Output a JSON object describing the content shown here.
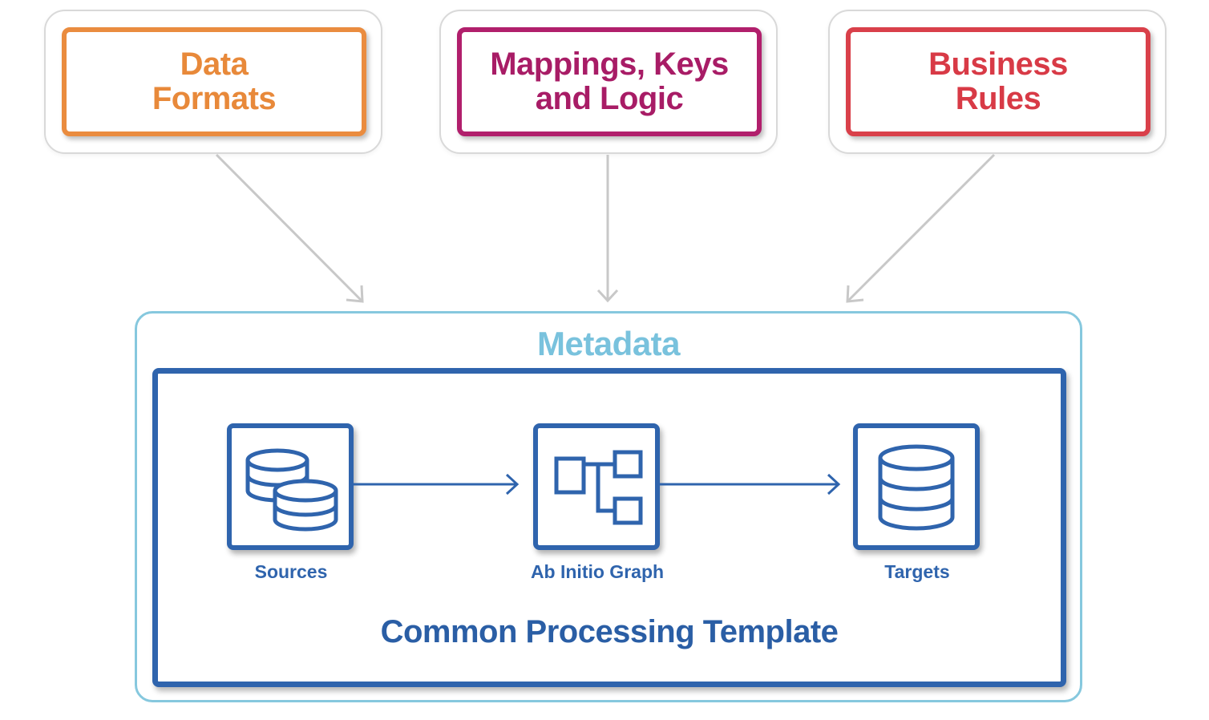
{
  "inputs": [
    {
      "label": "Data\nFormats",
      "color": "#ea8c3f",
      "text_color": "#e8893a"
    },
    {
      "label": "Mappings, Keys\nand Logic",
      "color": "#b11f6c",
      "text_color": "#a81c66"
    },
    {
      "label": "Business\nRules",
      "color": "#d9404a",
      "text_color": "#d83a46"
    }
  ],
  "metadata": {
    "title": "Metadata",
    "color": "#79c2dd"
  },
  "template": {
    "title": "Common Processing Template",
    "color": "#2f64ad",
    "nodes": [
      {
        "label": "Sources",
        "icon": "databases-icon"
      },
      {
        "label": "Ab Initio Graph",
        "icon": "graph-flow-icon"
      },
      {
        "label": "Targets",
        "icon": "database-icon"
      }
    ]
  },
  "connector_color": "#c8c8c8"
}
